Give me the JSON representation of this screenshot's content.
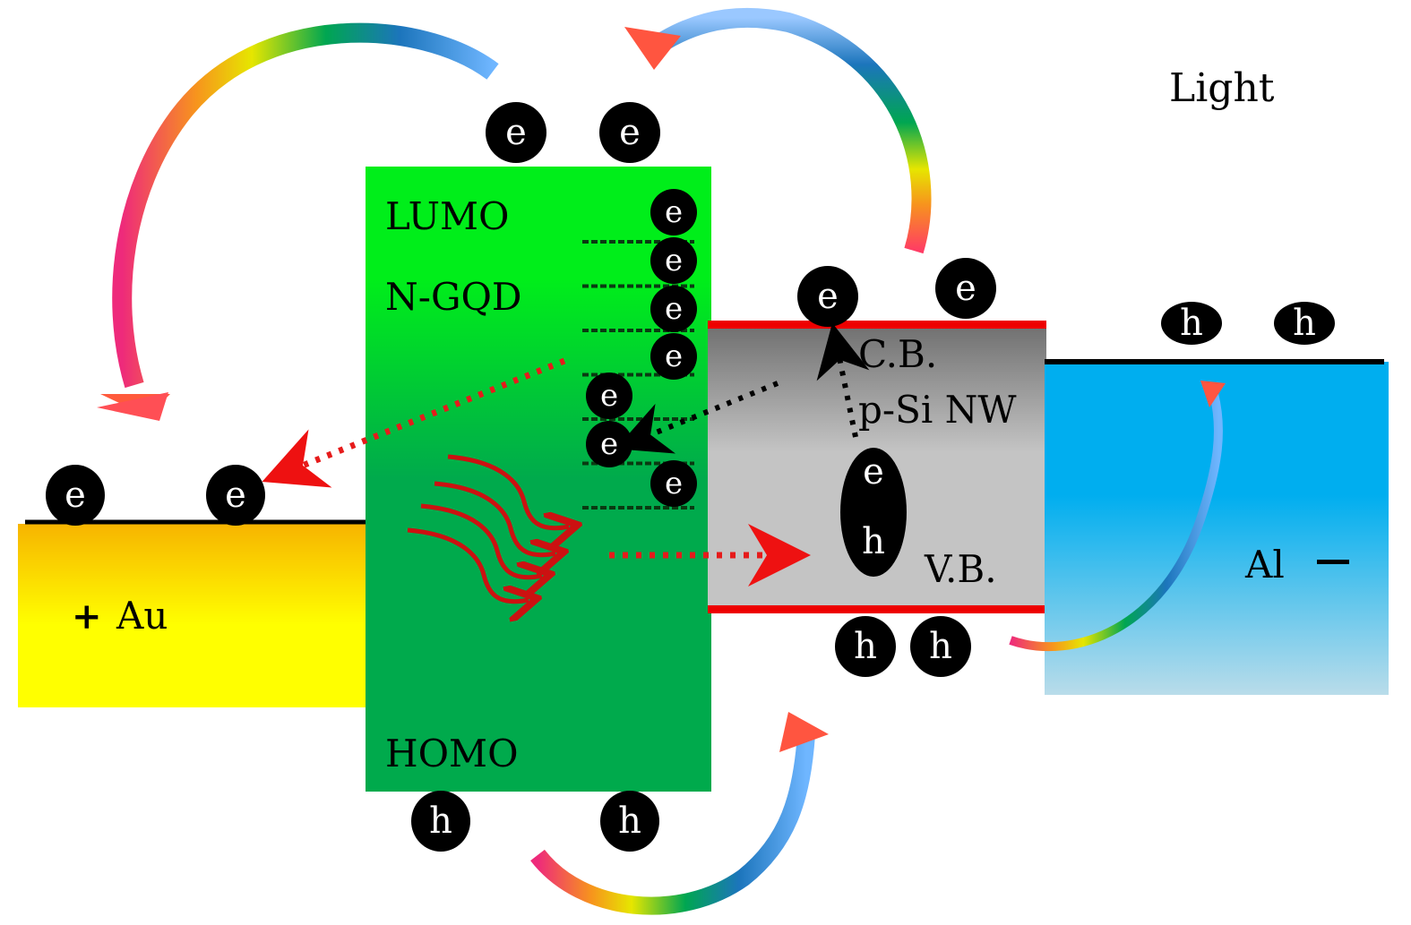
{
  "figure": {
    "light_label": "Light",
    "colors": {
      "light_text": "#e60000",
      "au_top": "#f7b400",
      "au_bottom": "#ffff00",
      "gqd_top": "#00ee1a",
      "gqd_bottom": "#00aa4c",
      "si_dark": "#6e6e6e",
      "si_light": "#c4c4c4",
      "si_band_edge": "#ee0000",
      "al_top": "#00aeef",
      "al_bottom": "#b9dcea",
      "carrier": "#000000",
      "flow_arrow": "#dd1111",
      "photon": "#cc1111"
    },
    "electrodes": {
      "au": {
        "sign": "+",
        "name": "Au"
      },
      "al": {
        "name": "Al",
        "sign": "—"
      }
    },
    "n_gqd": {
      "lumo_label": "LUMO",
      "material_label": "N-GQD",
      "homo_label": "HOMO",
      "trap_levels": 7
    },
    "si_nw": {
      "cb_label": "C.B.",
      "material_label": "p-Si NW",
      "vb_label": "V.B.",
      "exciton": [
        "e",
        "h"
      ]
    },
    "carriers": {
      "au_top": [
        "e",
        "e"
      ],
      "gqd_top": [
        "e",
        "e"
      ],
      "gqd_levels": [
        "e",
        "e",
        "e",
        "e",
        "e",
        "e",
        "e"
      ],
      "si_top": [
        "e",
        "e"
      ],
      "si_bottom": [
        "h",
        "h"
      ],
      "al_top": [
        "h",
        "h"
      ],
      "gqd_bottom": [
        "h",
        "h"
      ]
    }
  }
}
